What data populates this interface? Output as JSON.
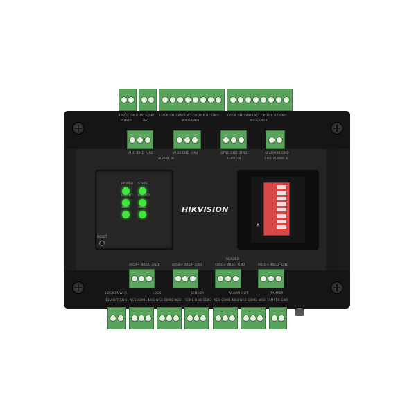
{
  "brand": "HIKVISION",
  "leds": [
    {
      "label": "POWER",
      "color": "#3ee53a"
    },
    {
      "label": "STATE",
      "color": "#3ee53a"
    },
    {
      "label": "DOOR1",
      "color": "#3ee53a"
    },
    {
      "label": "DOOR2",
      "color": "#3ee53a"
    },
    {
      "label": "485A",
      "color": "#3ee53a"
    },
    {
      "label": "485B",
      "color": "#3ee53a"
    }
  ],
  "reset_label": "RESET",
  "top_labels": {
    "power": "12VDC GND",
    "power_group": "POWER",
    "bat": "BAT+ BAT-",
    "bat_group": "BAT",
    "wiegand1": "12V-R GND WD0 W1 OK ERR BZ GND",
    "wiegand1_group": "WIEGAND1",
    "wiegand2": "12V-R GND WD0 W1 OK ERR BZ GND",
    "wiegand2_group": "WIEGAND2"
  },
  "upper_terminals": [
    {
      "labels": "AIN1 GND AIN2"
    },
    {
      "labels": "AIN3 GND AIN4"
    },
    {
      "labels": "BTN1 GND BTN2"
    },
    {
      "labels": "ALARM IN GND"
    }
  ],
  "upper_groups": {
    "alarm_in": "ALARM IN",
    "button": "BUTTON",
    "fire_alarm": "FIRE ALARM IN"
  },
  "lower_terminals": [
    {
      "labels": "485A+ 485A- GND"
    },
    {
      "labels": "485B+ 485B- GND"
    },
    {
      "labels": "485C+ 485C- GND"
    },
    {
      "labels": "485D+ 485D- GND"
    }
  ],
  "reader_group": "READER",
  "bottom_labels": {
    "lock_power": "LOCK POWER",
    "lock_power_pins": "12VOUT GND",
    "lock": "LOCK",
    "lock_pins": "NC1 COM1 NO1   NC2 COM2 NO2",
    "sensor": "SENSOR",
    "sensor_pins": "SEN1 GND SEN2",
    "alarm_out": "ALARM OUT",
    "alarm_out_pins": "NC1 COM1 NO1   NC2 COM2 NO2",
    "tamper": "TAMPER",
    "tamper_pins": "TAMPER GND"
  },
  "dip_switch": {
    "label": "ON",
    "positions": 8
  }
}
